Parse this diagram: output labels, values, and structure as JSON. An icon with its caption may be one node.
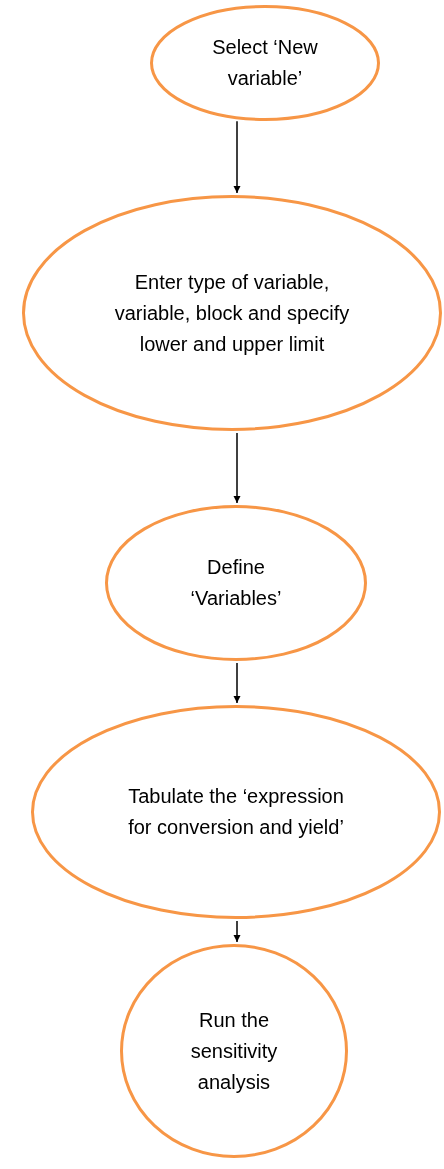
{
  "diagram": {
    "nodes": [
      {
        "text": [
          "Select ‘New variable’"
        ]
      },
      {
        "text": [
          "Enter type of variable, variable, block and specify lower and upper limit"
        ]
      },
      {
        "text": [
          "Define ‘Variables’"
        ]
      },
      {
        "text": [
          "Tabulate the ‘expression for conversion and yield’"
        ]
      },
      {
        "text": [
          "Run the sensitivity analysis"
        ]
      }
    ],
    "edges": [
      {
        "from": 0,
        "to": 1,
        "arrow": "to"
      },
      {
        "from": 1,
        "to": 2,
        "arrow": "to"
      },
      {
        "from": 2,
        "to": 3,
        "arrow": "to"
      },
      {
        "from": 3,
        "to": 4,
        "arrow": "to"
      }
    ]
  }
}
